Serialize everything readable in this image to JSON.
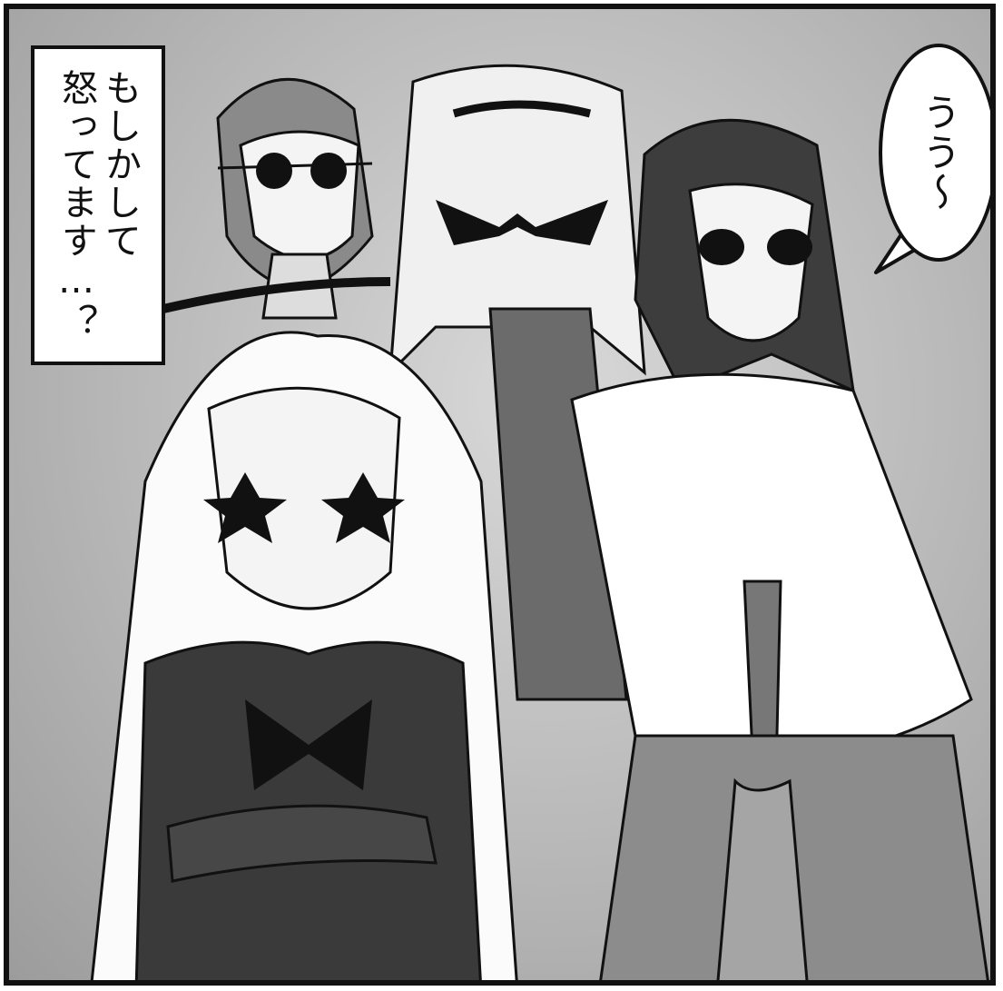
{
  "narration_box": {
    "text": "もしかして\n怒ってます…？"
  },
  "speech_bubble": {
    "text": "うう～"
  },
  "illustration": {
    "style": "grayscale manga panel"
  }
}
